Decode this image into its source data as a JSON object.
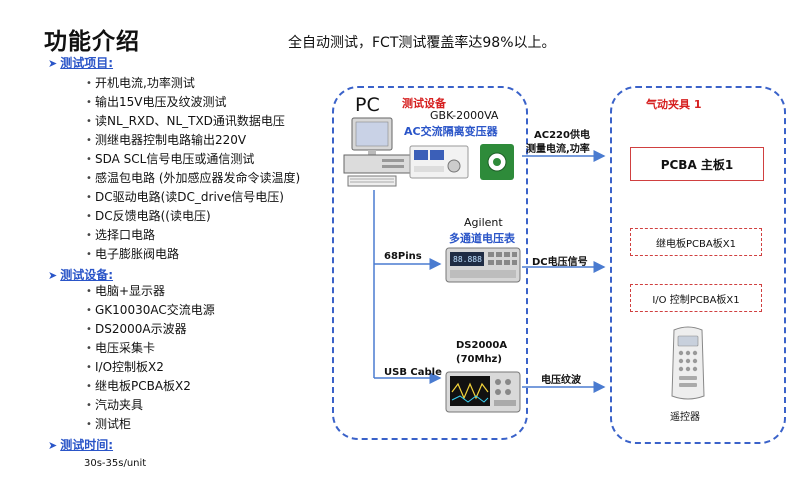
{
  "title": "功能介绍",
  "subtitle": "全自动测试，FCT测试覆盖率达98%以上。",
  "sections": {
    "tests": {
      "heading": "测试项目:",
      "items": [
        "开机电流,功率测试",
        "输出15V电压及纹波测试",
        "读NL_RXD、NL_TXD通讯数据电压",
        "测继电器控制电路输出220V",
        "SDA SCL信号电压或通信测试",
        "感温包电路 (外加感应器发命令读温度)",
        "DC驱动电路(读DC_drive信号电压)",
        "DC反馈电路((读电压)",
        "选择口电路",
        "电子膨胀阀电路"
      ]
    },
    "equipment": {
      "heading": "测试设备:",
      "items": [
        "电脑+显示器",
        "GK10030AC交流电源",
        "DS2000A示波器",
        "电压采集卡",
        "I/O控制板X2",
        "继电板PCBA板X2",
        "汽动夹具",
        "测试柜"
      ]
    },
    "time": {
      "heading": "测试时间:",
      "value": "30s-35s/unit"
    }
  },
  "diagram": {
    "pc_label": "PC",
    "test_equipment_title": "测试设备",
    "fixture_title": "气动夹具 1",
    "gbk_model": "GBK-2000VA",
    "gbk_desc": "AC交流隔离变压器",
    "agilent_name": "Agilent",
    "agilent_desc": "多通道电压表",
    "ds_model": "DS2000A",
    "ds_spec": "(70Mhz)",
    "conn_68pins": "68Pins",
    "conn_usb": "USB  Cable",
    "sig_ac_line1": "AC220供电",
    "sig_ac_line2": "测量电流,功率",
    "sig_dc": "DC电压信号",
    "sig_ripple": "电压纹波",
    "pcba_main": "PCBA 主板1",
    "relay_board": "继电板PCBA板X1",
    "io_board": "I/O 控制PCBA板X1",
    "remote": "遥控器",
    "agilent_display": "88.888"
  },
  "colors": {
    "accent_blue": "#2a55c8",
    "dashed_blue": "#3a62c9",
    "red": "#d62020",
    "arrow": "#4a7bd0"
  }
}
